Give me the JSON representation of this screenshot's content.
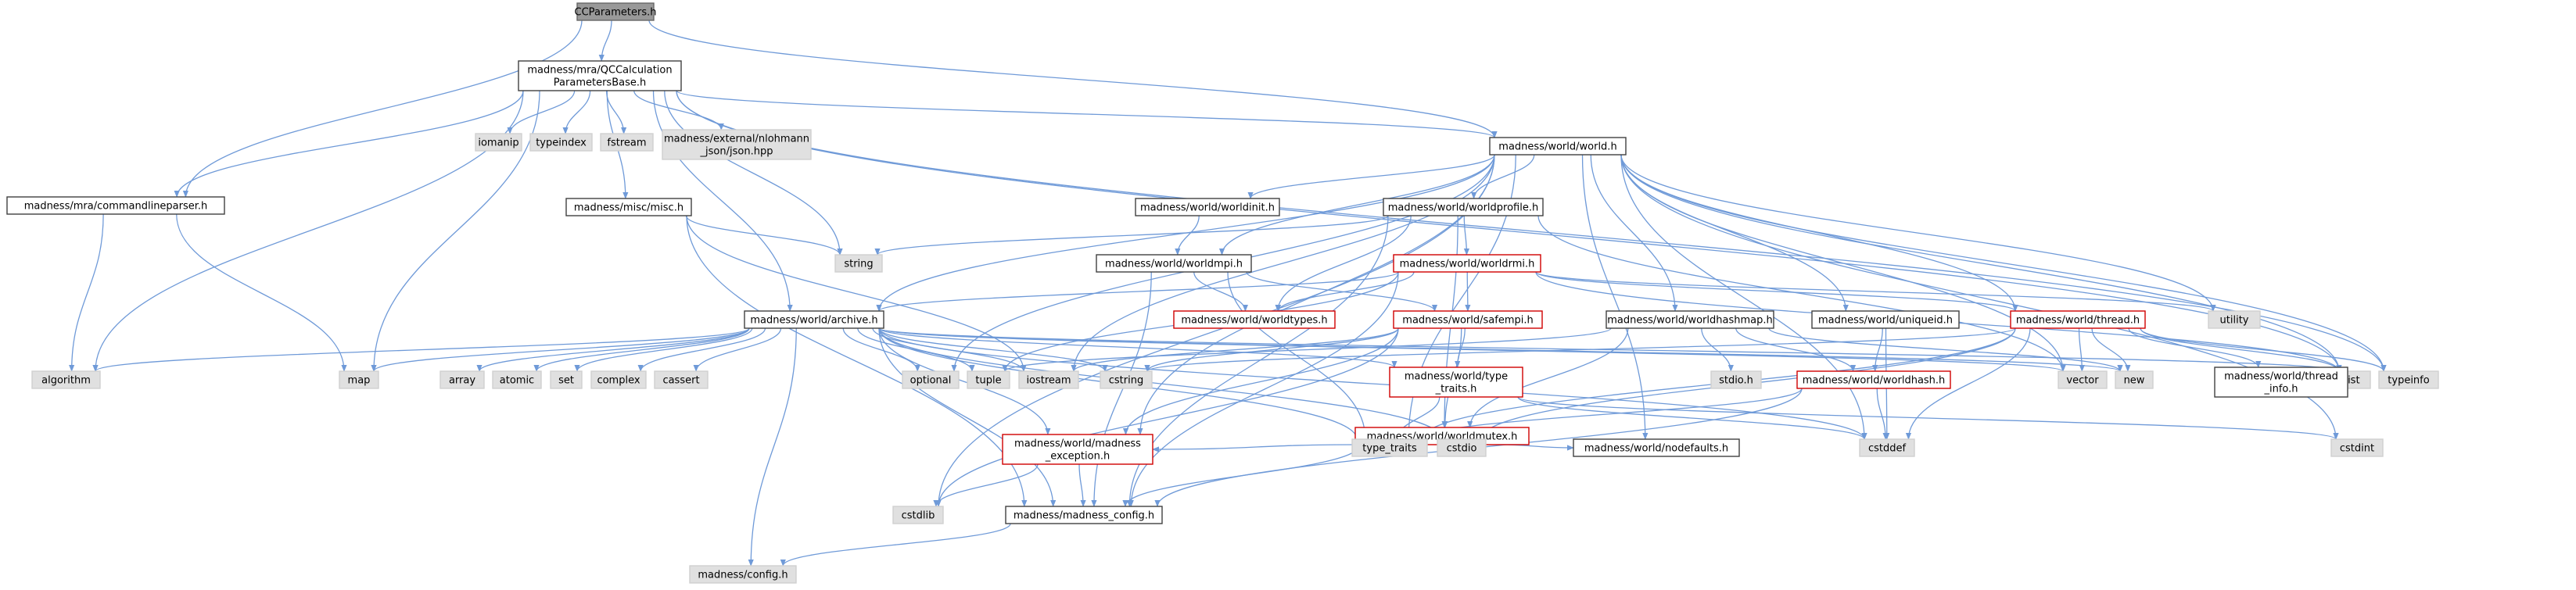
{
  "colors": {
    "edge": "#6f9ad8",
    "header_fill": "#999999",
    "header_border": "#666666",
    "doc_fill": "#ffffff",
    "doc_border": "#404040",
    "std_fill": "#e0e0e0",
    "std_border": "#d0d0d0",
    "trunc_border": "#d00000",
    "text": "#000000"
  },
  "nodes": [
    {
      "id": "ccparameters",
      "lines": [
        "CCParameters.h"
      ],
      "kind": "header"
    },
    {
      "id": "qccalc",
      "lines": [
        "madness/mra/QCCalculation",
        "ParametersBase.h"
      ],
      "kind": "doc"
    },
    {
      "id": "cmdline",
      "lines": [
        "madness/mra/commandlineparser.h"
      ],
      "kind": "doc"
    },
    {
      "id": "world",
      "lines": [
        "madness/world/world.h"
      ],
      "kind": "doc"
    },
    {
      "id": "iomanip",
      "lines": [
        "iomanip"
      ],
      "kind": "std"
    },
    {
      "id": "typeindex",
      "lines": [
        "typeindex"
      ],
      "kind": "std"
    },
    {
      "id": "fstream",
      "lines": [
        "fstream"
      ],
      "kind": "std"
    },
    {
      "id": "json",
      "lines": [
        "madness/external/nlohmann",
        "_json/json.hpp"
      ],
      "kind": "std"
    },
    {
      "id": "misc",
      "lines": [
        "madness/misc/misc.h"
      ],
      "kind": "doc"
    },
    {
      "id": "string",
      "lines": [
        "string"
      ],
      "kind": "std"
    },
    {
      "id": "worldinit",
      "lines": [
        "madness/world/worldinit.h"
      ],
      "kind": "doc"
    },
    {
      "id": "worldprofile",
      "lines": [
        "madness/world/worldprofile.h"
      ],
      "kind": "doc"
    },
    {
      "id": "worldmpi",
      "lines": [
        "madness/world/worldmpi.h"
      ],
      "kind": "doc"
    },
    {
      "id": "worldrmi",
      "lines": [
        "madness/world/worldrmi.h"
      ],
      "kind": "trunc"
    },
    {
      "id": "utility",
      "lines": [
        "utility"
      ],
      "kind": "std"
    },
    {
      "id": "worldtypes",
      "lines": [
        "madness/world/worldtypes.h"
      ],
      "kind": "trunc"
    },
    {
      "id": "safempi",
      "lines": [
        "madness/world/safempi.h"
      ],
      "kind": "trunc"
    },
    {
      "id": "archive",
      "lines": [
        "madness/world/archive.h"
      ],
      "kind": "doc"
    },
    {
      "id": "hashmap",
      "lines": [
        "madness/world/worldhashmap.h"
      ],
      "kind": "doc"
    },
    {
      "id": "uniqueid",
      "lines": [
        "madness/world/uniqueid.h"
      ],
      "kind": "doc"
    },
    {
      "id": "thread",
      "lines": [
        "madness/world/thread.h"
      ],
      "kind": "trunc"
    },
    {
      "id": "algorithm",
      "lines": [
        "algorithm"
      ],
      "kind": "std"
    },
    {
      "id": "map",
      "lines": [
        "map"
      ],
      "kind": "std"
    },
    {
      "id": "array",
      "lines": [
        "array"
      ],
      "kind": "std"
    },
    {
      "id": "atomic",
      "lines": [
        "atomic"
      ],
      "kind": "std"
    },
    {
      "id": "set",
      "lines": [
        "set"
      ],
      "kind": "std"
    },
    {
      "id": "complex",
      "lines": [
        "complex"
      ],
      "kind": "std"
    },
    {
      "id": "cassert",
      "lines": [
        "cassert"
      ],
      "kind": "std"
    },
    {
      "id": "optional",
      "lines": [
        "optional"
      ],
      "kind": "std"
    },
    {
      "id": "tuple",
      "lines": [
        "tuple"
      ],
      "kind": "std"
    },
    {
      "id": "iostream",
      "lines": [
        "iostream"
      ],
      "kind": "std"
    },
    {
      "id": "cstring",
      "lines": [
        "cstring"
      ],
      "kind": "std"
    },
    {
      "id": "typetraits_h",
      "lines": [
        "madness/world/type",
        "_traits.h"
      ],
      "kind": "trunc"
    },
    {
      "id": "stdioh",
      "lines": [
        "stdio.h"
      ],
      "kind": "std"
    },
    {
      "id": "worldhash",
      "lines": [
        "madness/world/worldhash.h"
      ],
      "kind": "trunc"
    },
    {
      "id": "vector",
      "lines": [
        "vector"
      ],
      "kind": "std"
    },
    {
      "id": "new",
      "lines": [
        "new"
      ],
      "kind": "std"
    },
    {
      "id": "list",
      "lines": [
        "list"
      ],
      "kind": "std"
    },
    {
      "id": "typeinfo",
      "lines": [
        "typeinfo"
      ],
      "kind": "std"
    },
    {
      "id": "threadinfo",
      "lines": [
        "madness/world/thread",
        "_info.h"
      ],
      "kind": "doc"
    },
    {
      "id": "worldmutex",
      "lines": [
        "madness/world/worldmutex.h"
      ],
      "kind": "trunc"
    },
    {
      "id": "madexc",
      "lines": [
        "madness/world/madness",
        "_exception.h"
      ],
      "kind": "trunc"
    },
    {
      "id": "type_traits",
      "lines": [
        "type_traits"
      ],
      "kind": "std"
    },
    {
      "id": "cstdio",
      "lines": [
        "cstdio"
      ],
      "kind": "std"
    },
    {
      "id": "nodefaults",
      "lines": [
        "madness/world/nodefaults.h"
      ],
      "kind": "doc"
    },
    {
      "id": "cstddef",
      "lines": [
        "cstddef"
      ],
      "kind": "std"
    },
    {
      "id": "cstdint",
      "lines": [
        "cstdint"
      ],
      "kind": "std"
    },
    {
      "id": "cstdlib",
      "lines": [
        "cstdlib"
      ],
      "kind": "std"
    },
    {
      "id": "madconfig",
      "lines": [
        "madness/madness_config.h"
      ],
      "kind": "doc"
    },
    {
      "id": "config",
      "lines": [
        "madness/config.h"
      ],
      "kind": "std"
    }
  ],
  "edges": [
    [
      "ccparameters",
      "qccalc"
    ],
    [
      "ccparameters",
      "cmdline"
    ],
    [
      "ccparameters",
      "world"
    ],
    [
      "qccalc",
      "cmdline"
    ],
    [
      "qccalc",
      "world"
    ],
    [
      "qccalc",
      "iomanip"
    ],
    [
      "qccalc",
      "typeindex"
    ],
    [
      "qccalc",
      "fstream"
    ],
    [
      "qccalc",
      "json"
    ],
    [
      "qccalc",
      "misc"
    ],
    [
      "qccalc",
      "string"
    ],
    [
      "qccalc",
      "archive"
    ],
    [
      "qccalc",
      "algorithm"
    ],
    [
      "qccalc",
      "map"
    ],
    [
      "qccalc",
      "typeinfo"
    ],
    [
      "qccalc",
      "list"
    ],
    [
      "cmdline",
      "algorithm"
    ],
    [
      "cmdline",
      "map"
    ],
    [
      "misc",
      "string"
    ],
    [
      "misc",
      "madconfig"
    ],
    [
      "misc",
      "iostream"
    ],
    [
      "world",
      "worldinit"
    ],
    [
      "world",
      "worldprofile"
    ],
    [
      "world",
      "worldmpi"
    ],
    [
      "world",
      "hashmap"
    ],
    [
      "world",
      "uniqueid"
    ],
    [
      "world",
      "thread"
    ],
    [
      "world",
      "utility"
    ],
    [
      "world",
      "list"
    ],
    [
      "world",
      "typeinfo"
    ],
    [
      "world",
      "cstdint"
    ],
    [
      "world",
      "cstddef"
    ],
    [
      "world",
      "vector"
    ],
    [
      "world",
      "iostream"
    ],
    [
      "world",
      "archive"
    ],
    [
      "world",
      "nodefaults"
    ],
    [
      "world",
      "optional"
    ],
    [
      "world",
      "madexc"
    ],
    [
      "world",
      "cstdlib"
    ],
    [
      "world",
      "type_traits"
    ],
    [
      "worldinit",
      "worldmpi"
    ],
    [
      "worldprofile",
      "string"
    ],
    [
      "worldprofile",
      "worldrmi"
    ],
    [
      "worldprofile",
      "worldtypes"
    ],
    [
      "worldprofile",
      "worldmutex"
    ],
    [
      "worldprofile",
      "vector"
    ],
    [
      "worldprofile",
      "madconfig"
    ],
    [
      "worldmpi",
      "worldtypes"
    ],
    [
      "worldmpi",
      "safempi"
    ],
    [
      "worldmpi",
      "type_traits"
    ],
    [
      "worldmpi",
      "madconfig"
    ],
    [
      "worldrmi",
      "worldtypes"
    ],
    [
      "worldrmi",
      "safempi"
    ],
    [
      "worldrmi",
      "thread"
    ],
    [
      "worldrmi",
      "archive"
    ],
    [
      "worldrmi",
      "utility"
    ],
    [
      "worldrmi",
      "list"
    ],
    [
      "worldrmi",
      "tuple"
    ],
    [
      "worldrmi",
      "madconfig"
    ],
    [
      "safempi",
      "worldmutex"
    ],
    [
      "safempi",
      "typetraits_h"
    ],
    [
      "safempi",
      "iostream"
    ],
    [
      "safempi",
      "cstring"
    ],
    [
      "safempi",
      "madexc"
    ],
    [
      "safempi",
      "cstdlib"
    ],
    [
      "archive",
      "algorithm"
    ],
    [
      "archive",
      "map"
    ],
    [
      "archive",
      "array"
    ],
    [
      "archive",
      "atomic"
    ],
    [
      "archive",
      "set"
    ],
    [
      "archive",
      "complex"
    ],
    [
      "archive",
      "cassert"
    ],
    [
      "archive",
      "optional"
    ],
    [
      "archive",
      "tuple"
    ],
    [
      "archive",
      "iostream"
    ],
    [
      "archive",
      "cstring"
    ],
    [
      "archive",
      "typetraits_h"
    ],
    [
      "archive",
      "vector"
    ],
    [
      "archive",
      "new"
    ],
    [
      "archive",
      "list"
    ],
    [
      "archive",
      "madexc"
    ],
    [
      "archive",
      "type_traits"
    ],
    [
      "archive",
      "cstdio"
    ],
    [
      "archive",
      "cstddef"
    ],
    [
      "archive",
      "config"
    ],
    [
      "archive",
      "madconfig"
    ],
    [
      "hashmap",
      "worldmutex"
    ],
    [
      "hashmap",
      "worldhash"
    ],
    [
      "hashmap",
      "stdioh"
    ],
    [
      "hashmap",
      "new"
    ],
    [
      "hashmap",
      "tuple"
    ],
    [
      "uniqueid",
      "worldhash"
    ],
    [
      "uniqueid",
      "cstddef"
    ],
    [
      "thread",
      "vector"
    ],
    [
      "thread",
      "new"
    ],
    [
      "thread",
      "list"
    ],
    [
      "thread",
      "typeinfo"
    ],
    [
      "thread",
      "threadinfo"
    ],
    [
      "thread",
      "cstring"
    ],
    [
      "thread",
      "cstdio"
    ],
    [
      "thread",
      "type_traits"
    ],
    [
      "thread",
      "cstddef"
    ],
    [
      "worldmutex",
      "madexc"
    ],
    [
      "worldmutex",
      "cstdio"
    ],
    [
      "worldmutex",
      "nodefaults"
    ],
    [
      "worldmutex",
      "madconfig"
    ],
    [
      "typetraits_h",
      "type_traits"
    ],
    [
      "typetraits_h",
      "cstdint"
    ],
    [
      "typetraits_h",
      "cstddef"
    ],
    [
      "worldhash",
      "cstddef"
    ],
    [
      "worldhash",
      "type_traits"
    ],
    [
      "worldhash",
      "madconfig"
    ],
    [
      "madexc",
      "madconfig"
    ],
    [
      "madexc",
      "cstdlib"
    ],
    [
      "madconfig",
      "config"
    ]
  ]
}
